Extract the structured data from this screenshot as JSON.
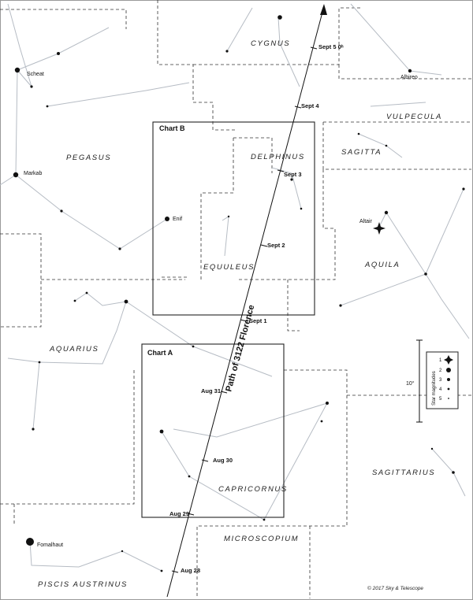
{
  "constellations": {
    "cygnus": "CYGNUS",
    "pegasus": "PEGASUS",
    "delphinus": "DELPHINUS",
    "vulpecula": "VULPECULA",
    "sagitta": "SAGITTA",
    "aquila": "AQUILA",
    "equuleus": "EQUULEUS",
    "aquarius": "AQUARIUS",
    "capricornus": "CAPRICORNUS",
    "sagittarius": "SAGITTARIUS",
    "microscopium": "MICROSCOPIUM",
    "piscis_austrinus": "PISCIS AUSTRINUS"
  },
  "stars": {
    "scheat": "Scheat",
    "markab": "Markab",
    "enif": "Enif",
    "albireo": "Albireo",
    "altair": "Altair",
    "fomalhaut": "Fomalhaut"
  },
  "boxes": {
    "chart_b": "Chart B",
    "chart_a": "Chart A"
  },
  "path_label": "Path of 3122 Florence",
  "dates": {
    "sept5": "Sept 5 0ʰ",
    "sept4": "Sept 4",
    "sept3": "Sept 3",
    "sept2": "Sept 2",
    "sept1": "Sept 1",
    "aug31": "Aug 31",
    "aug30": "Aug 30",
    "aug29": "Aug 29",
    "aug28": "Aug 28"
  },
  "scale_label": "10°",
  "legend": {
    "title": "Star magnitudes",
    "mags": [
      "1",
      "2",
      "3",
      "4",
      "5"
    ]
  },
  "copyright": "© 2017 Sky & Telescope",
  "colors": {
    "boundary": "#333333",
    "figure": "#b6bcc4",
    "star": "#111111"
  }
}
